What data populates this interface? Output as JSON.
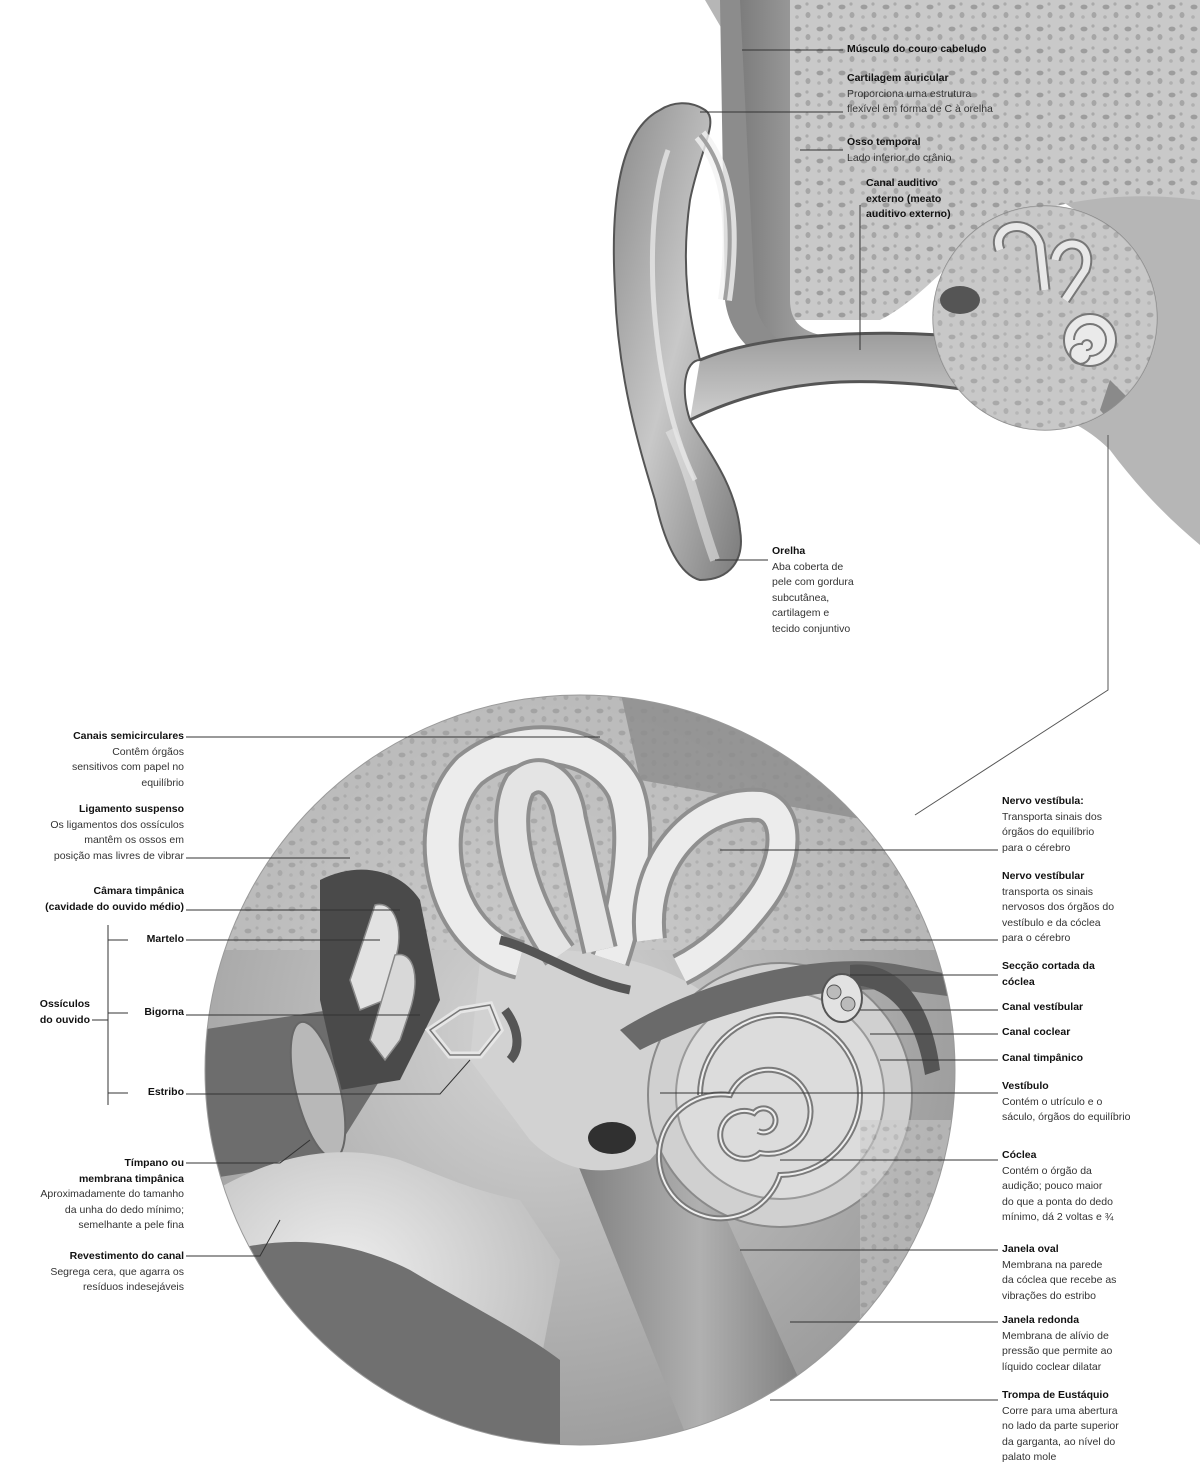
{
  "top_labels": {
    "scalp_muscle": {
      "title": "Músculo do couro cabeludo"
    },
    "auricular_cartilage": {
      "title": "Cartilagem auricular",
      "desc": "Proporciona uma estrutura\nflexível em forma de C à orelha"
    },
    "temporal_bone": {
      "title": "Osso temporal",
      "desc": "Lado inferior do crânio"
    },
    "external_canal": {
      "title": "Canal auditivo\nexterno (meato\nauditivo externo)"
    },
    "auricle": {
      "title": "Orelha",
      "desc": "Aba coberta de\npele com gordura\nsubcutânea,\ncartilagem e\ntecido conjuntivo"
    }
  },
  "left_labels": {
    "semicircular_canals": {
      "title": "Canais semicirculares",
      "desc": "Contêm órgãos\nsensitivos com papel no\nequilíbrio"
    },
    "suspensory_ligament": {
      "title": "Ligamento suspenso",
      "desc": "Os ligamentos dos ossículos\nmantêm os ossos em\nposição mas livres de vibrar"
    },
    "tympanic_chamber": {
      "title": "Câmara timpânica\n(cavidade do ouvido médio)"
    },
    "ossicles": {
      "title": "Ossículos\ndo ouvido"
    },
    "malleus": {
      "title": "Martelo"
    },
    "incus": {
      "title": "Bigorna"
    },
    "stapes": {
      "title": "Estribo"
    },
    "eardrum": {
      "title": "Tímpano ou\nmembrana timpânica",
      "desc": "Aproximadamente do tamanho\nda unha do dedo mínimo;\nsemelhante a pele fina"
    },
    "canal_lining": {
      "title": "Revestimento do canal",
      "desc": "Segrega cera, que agarra os\nresíduos indesejáveis"
    }
  },
  "right_labels": {
    "vestibular_nerve_a": {
      "title": "Nervo vestíbula:",
      "desc": "Transporta sinais dos\nórgãos do equilíbrio\npara o cérebro"
    },
    "vestibular_nerve_b": {
      "title": "Nervo vestíbular",
      "desc": "transporta os sinais\nnervosos dos órgãos do\nvestíbulo e da cóclea\npara o cérebro"
    },
    "cochlea_section": {
      "title": "Secção cortada da\ncóclea"
    },
    "vestibular_canal": {
      "title": "Canal vestíbular"
    },
    "cochlear_canal": {
      "title": "Canal coclear"
    },
    "tympanic_canal": {
      "title": "Canal timpânico"
    },
    "vestibule": {
      "title": "Vestíbulo",
      "desc": "Contém o utrículo e o\nsáculo, órgãos do equilíbrio"
    },
    "cochlea": {
      "title": "Cóclea",
      "desc": "Contém o órgão da\naudição; pouco maior\ndo que a ponta do dedo\nmínimo, dá 2 voltas e ¾"
    },
    "oval_window": {
      "title": "Janela oval",
      "desc": "Membrana na parede\nda cóclea que recebe as\nvibrações do estribo"
    },
    "round_window": {
      "title": "Janela redonda",
      "desc": "Membrana de alívio de\npressão que permite ao\nlíquido coclear dilatar"
    },
    "eustachian_tube": {
      "title": "Trompa de Eustáquio",
      "desc": "Corre para uma abertura\nno lado da parte superior\nda garganta, ao nível do\npalato mole"
    }
  }
}
